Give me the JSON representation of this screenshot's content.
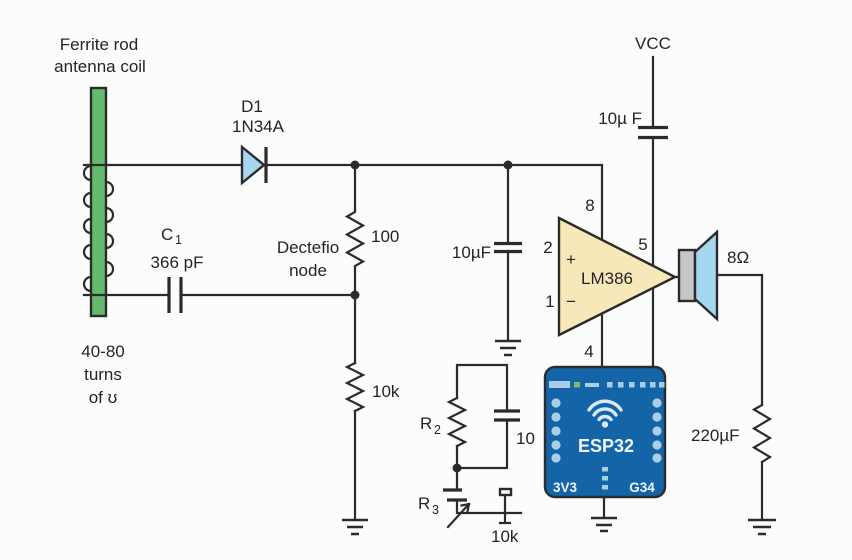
{
  "colors": {
    "background": "#fcfcfc",
    "wire": "#2b2b2b",
    "text": "#242424",
    "rod_fill": "#66ba6e",
    "diode_fill": "#a7d6f1",
    "opamp_fill": "#f7e8b9",
    "speaker_body_fill": "#c6c6c6",
    "speaker_cone_fill": "#a7d6f1",
    "esp32_fill": "#1464a8",
    "esp32_accent": "#a8cfe6",
    "esp32_led_green": "#86b86a",
    "esp32_text": "#f0f6fb"
  },
  "antenna": {
    "label_line1": "Ferrite rod",
    "label_line2": "antenna coil",
    "turns_line1": "40-80",
    "turns_line2": "turns",
    "turns_line3": "of ʊ"
  },
  "diode": {
    "ref": "D1",
    "part": "1N34A"
  },
  "c1": {
    "ref_letter": "C",
    "ref_sub": "1",
    "value": "366 pF"
  },
  "detection": {
    "line1": "Dectefio",
    "line2": "node"
  },
  "r_detect": {
    "value": "100"
  },
  "r_bias": {
    "value": "10k"
  },
  "c_input": {
    "value": "10µF"
  },
  "vcc": {
    "label": "VCC",
    "cap_value": "10µ F"
  },
  "opamp": {
    "label": "LM386",
    "plus": "+",
    "minus": "−",
    "pin8": "8",
    "pin2": "2",
    "pin1": "1",
    "pin5": "5",
    "pin4": "4"
  },
  "speaker": {
    "impedance": "8Ω"
  },
  "c_output": {
    "value": "220µF"
  },
  "esp32": {
    "label": "ESP32",
    "pin_left": "3V3",
    "pin_right": "G34"
  },
  "r2": {
    "ref_letter": "R",
    "ref_sub": "2"
  },
  "c_r2": {
    "value": "10"
  },
  "r3": {
    "ref_letter": "R",
    "ref_sub": "3",
    "value": "10k"
  }
}
